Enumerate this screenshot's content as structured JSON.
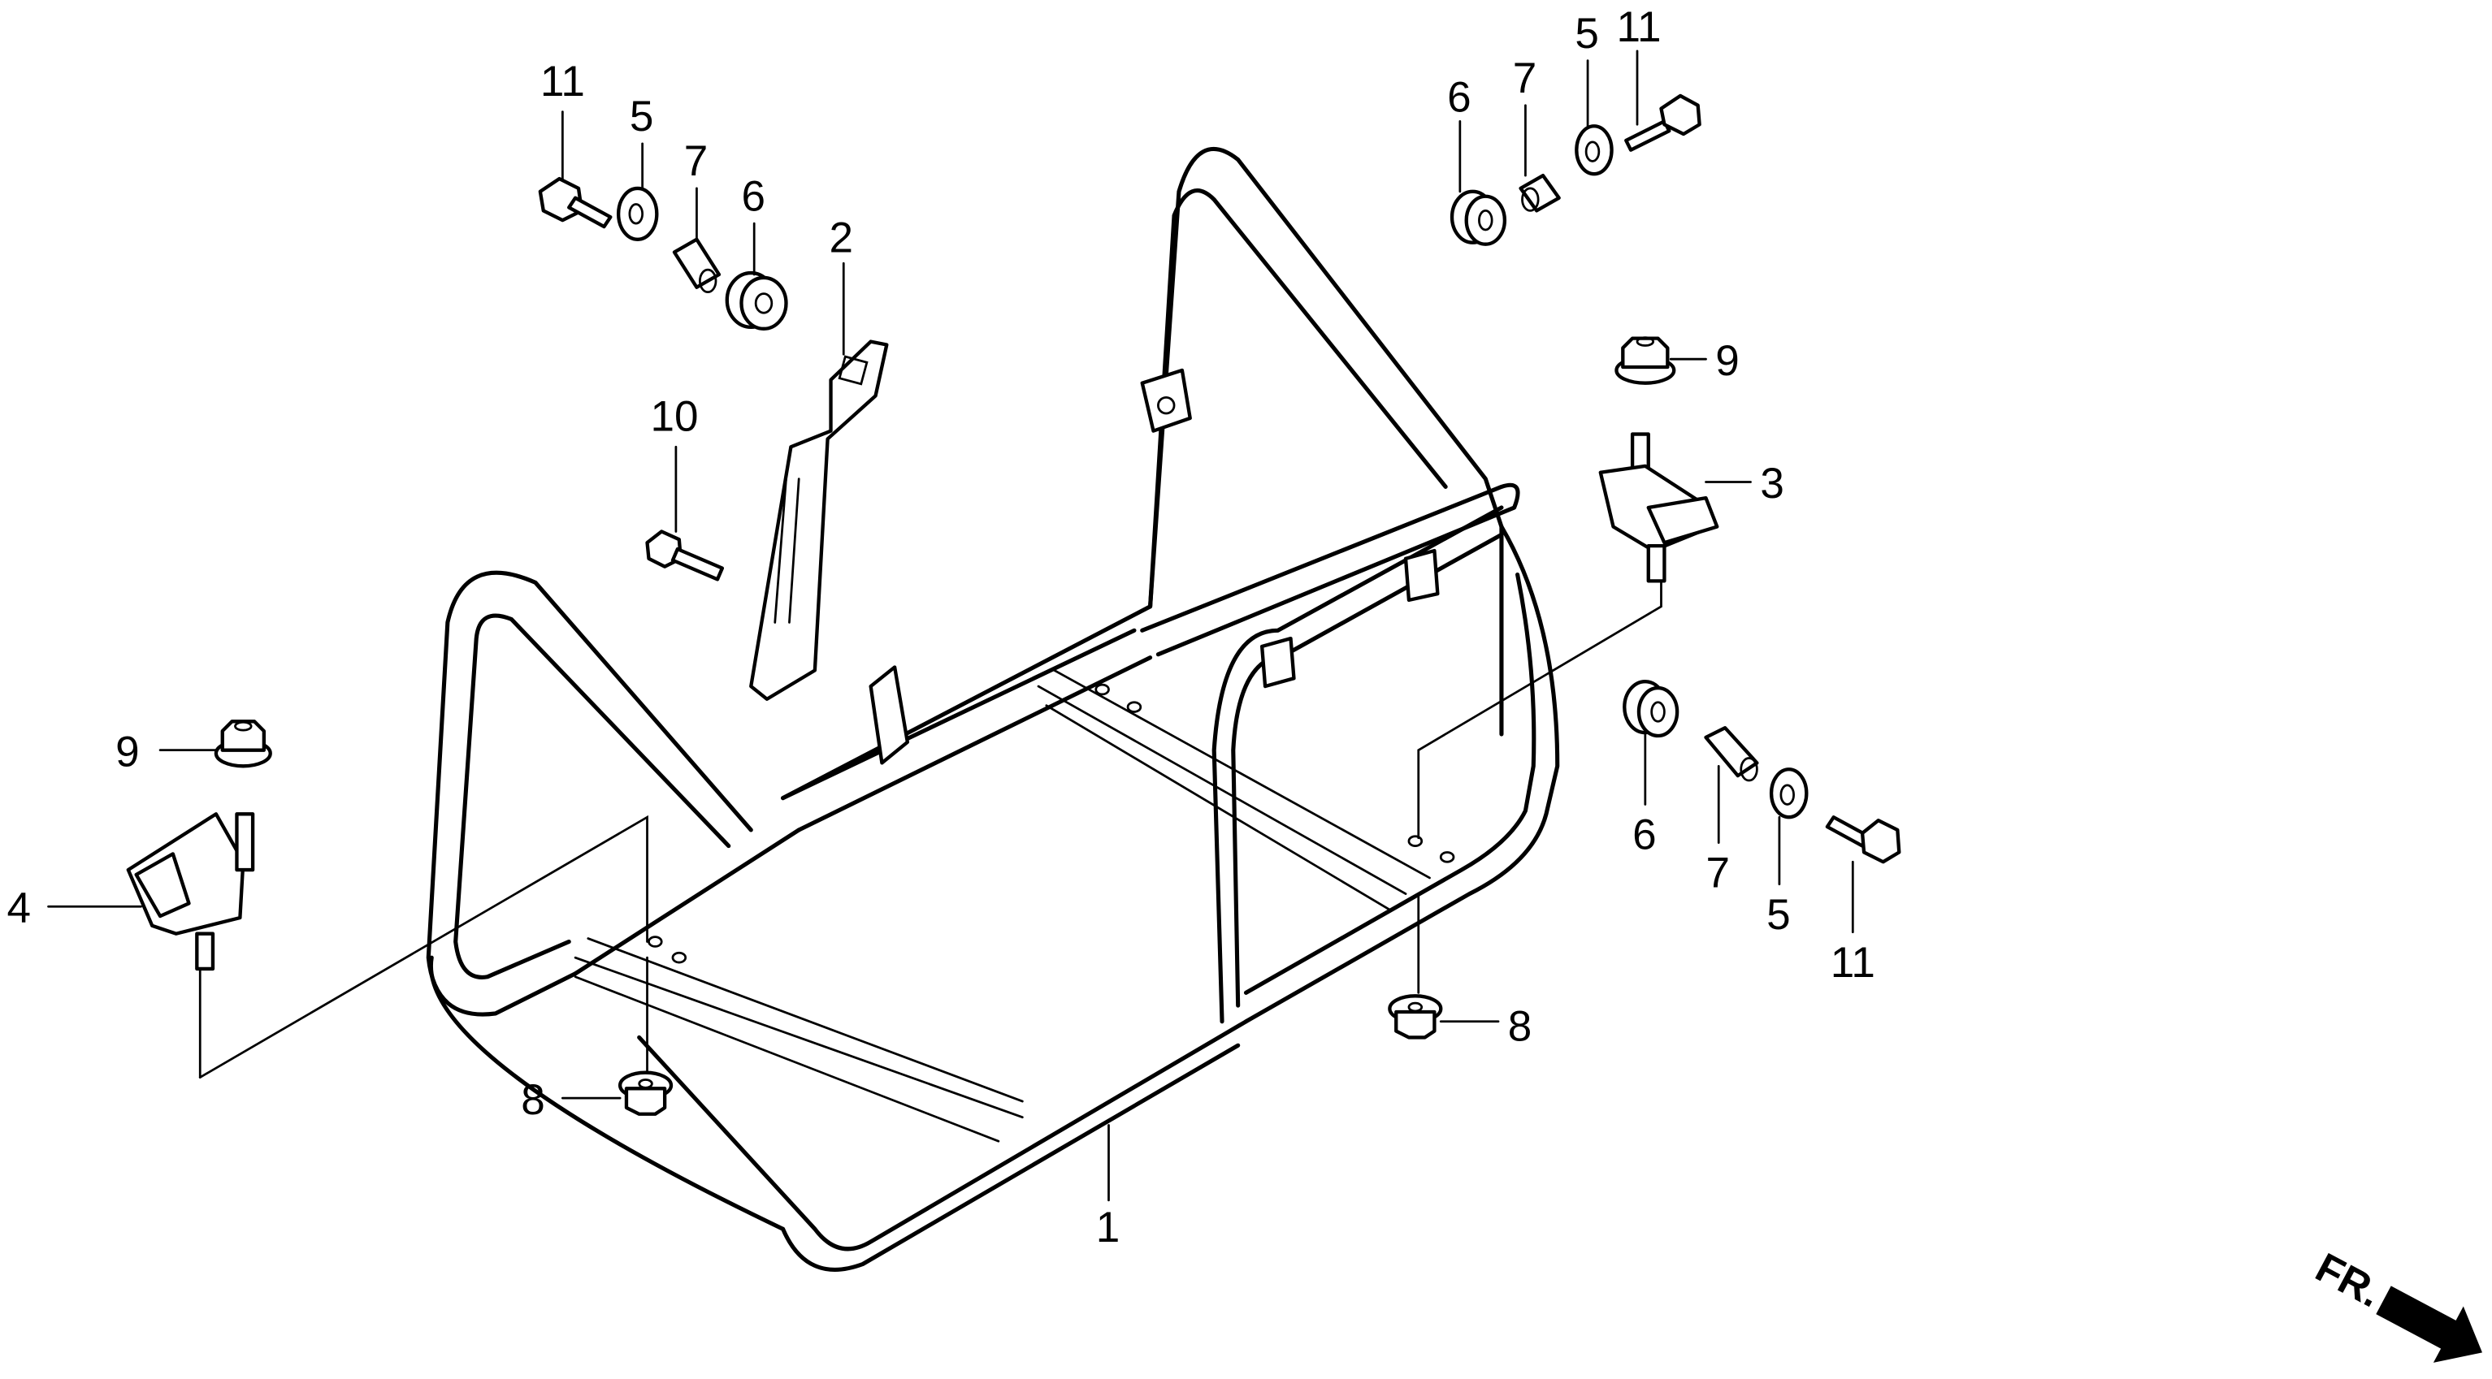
{
  "diagram": {
    "type": "exploded-parts-diagram",
    "subject": "frame assembly",
    "direction_indicator": "FR.",
    "callouts": [
      {
        "id": "1",
        "part": "frame"
      },
      {
        "id": "2",
        "part": "bracket"
      },
      {
        "id": "3",
        "part": "mount rubber (right)"
      },
      {
        "id": "4",
        "part": "mount rubber (left)"
      },
      {
        "id": "5a",
        "label": "5",
        "part": "washer"
      },
      {
        "id": "5b",
        "label": "5",
        "part": "washer"
      },
      {
        "id": "5c",
        "label": "5",
        "part": "washer"
      },
      {
        "id": "6a",
        "label": "6",
        "part": "grommet"
      },
      {
        "id": "6b",
        "label": "6",
        "part": "grommet"
      },
      {
        "id": "6c",
        "label": "6",
        "part": "grommet"
      },
      {
        "id": "7a",
        "label": "7",
        "part": "collar"
      },
      {
        "id": "7b",
        "label": "7",
        "part": "collar"
      },
      {
        "id": "7c",
        "label": "7",
        "part": "collar"
      },
      {
        "id": "8a",
        "label": "8",
        "part": "flange nut"
      },
      {
        "id": "8b",
        "label": "8",
        "part": "flange nut"
      },
      {
        "id": "9a",
        "label": "9",
        "part": "flange nut"
      },
      {
        "id": "9b",
        "label": "9",
        "part": "flange nut"
      },
      {
        "id": "10",
        "label": "10",
        "part": "flange bolt"
      },
      {
        "id": "11a",
        "label": "11",
        "part": "flange bolt"
      },
      {
        "id": "11b",
        "label": "11",
        "part": "flange bolt"
      },
      {
        "id": "11c",
        "label": "11",
        "part": "flange bolt"
      }
    ],
    "labels": {
      "l1": "1",
      "l2": "2",
      "l3": "3",
      "l4": "4",
      "l5a": "5",
      "l5b": "5",
      "l5c": "5",
      "l6a": "6",
      "l6b": "6",
      "l6c": "6",
      "l7a": "7",
      "l7b": "7",
      "l7c": "7",
      "l8a": "8",
      "l8b": "8",
      "l9a": "9",
      "l9b": "9",
      "l10": "10",
      "l11a": "11",
      "l11b": "11",
      "l11c": "11"
    }
  }
}
